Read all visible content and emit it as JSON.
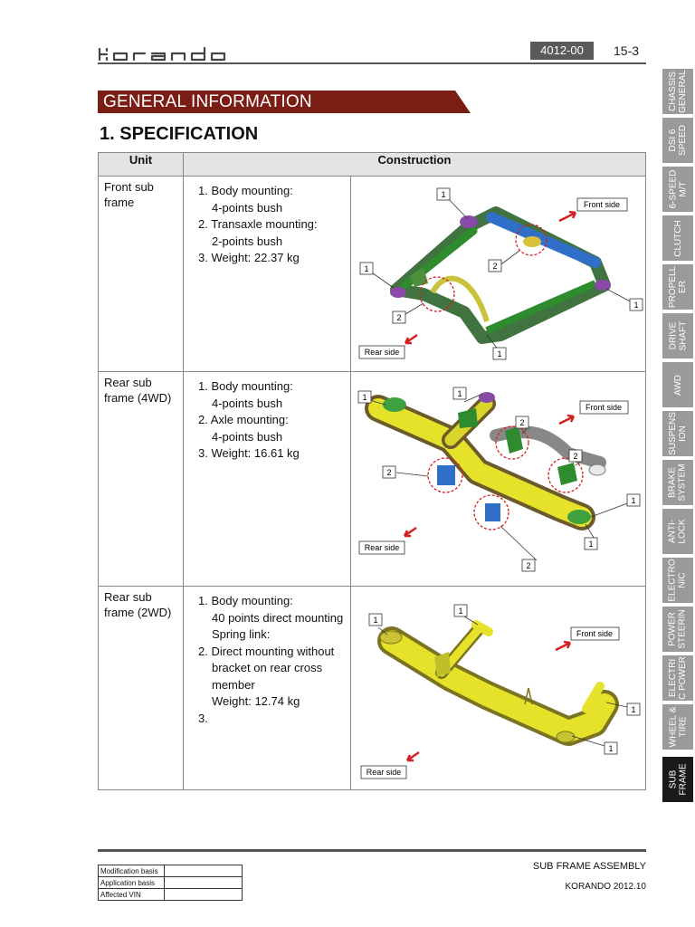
{
  "header": {
    "logo": "KORANDO",
    "doc_code": "4012-00",
    "page_number": "15-3"
  },
  "section": {
    "title": "GENERAL INFORMATION",
    "subtitle": "1. SPECIFICATION"
  },
  "table": {
    "headers": [
      "Unit",
      "Construction"
    ],
    "rows": [
      {
        "unit": "Front sub frame",
        "lines": [
          "1. Body mounting:",
          "4-points bush",
          "2. Transaxle mounting:",
          "2-points bush",
          "3. Weight: 22.37 kg"
        ],
        "callouts": [
          "1",
          "1",
          "1",
          "1",
          "2",
          "2"
        ],
        "front_label": "Front side",
        "rear_label": "Rear side"
      },
      {
        "unit": "Rear sub frame (4WD)",
        "lines": [
          "1. Body mounting:",
          "4-points bush",
          "2. Axle mounting:",
          "4-points bush",
          "3. Weight: 16.61 kg"
        ],
        "callouts": [
          "1",
          "1",
          "1",
          "1",
          "2",
          "2",
          "2",
          "2"
        ],
        "front_label": "Front side",
        "rear_label": "Rear side"
      },
      {
        "unit": "Rear sub frame (2WD)",
        "lines": [
          "1. Body mounting:",
          "40 points direct mounting",
          "Spring link:",
          "2. Direct mounting without",
          "bracket on rear cross",
          "member",
          "Weight: 12.74 kg",
          "3."
        ],
        "callouts": [
          "1",
          "1",
          "1",
          "1"
        ],
        "front_label": "Front side",
        "rear_label": "Rear side"
      }
    ]
  },
  "side_tabs": [
    {
      "label": "CHASSIS\nGENERAL",
      "active": false
    },
    {
      "label": "DSI 6\nSPEED",
      "active": false
    },
    {
      "label": "6-SPEED\nM/T",
      "active": false
    },
    {
      "label": "CLUTCH",
      "active": false
    },
    {
      "label": "PROPELL\nER",
      "active": false
    },
    {
      "label": "DRIVE\nSHAFT",
      "active": false
    },
    {
      "label": "AWD",
      "active": false
    },
    {
      "label": "SUSPENS\nION",
      "active": false
    },
    {
      "label": "BRAKE\nSYSTEM",
      "active": false
    },
    {
      "label": "ANTI-\nLOCK",
      "active": false
    },
    {
      "label": "ELECTRO\nNIC",
      "active": false
    },
    {
      "label": "POWER\nSTEERIN",
      "active": false
    },
    {
      "label": "ELECTRI\nC POWER",
      "active": false
    },
    {
      "label": "WHEEL &\nTIRE",
      "active": false
    },
    {
      "label": "SUB\nFRAME",
      "active": true
    }
  ],
  "footer": {
    "title": "SUB FRAME ASSEMBLY",
    "subtitle": "KORANDO 2012.10",
    "revision_labels": [
      "Modification basis",
      "Application basis",
      "Affected VIN"
    ]
  },
  "colors": {
    "section_bar": "#7a1d15",
    "tab_gray": "#9a9a9a",
    "tab_active": "#1a1a1a",
    "frame_yellow": "#e6e22a",
    "frame_green": "#2e8b2e",
    "frame_blue": "#2f6fc8",
    "callout_red": "#d42020"
  }
}
